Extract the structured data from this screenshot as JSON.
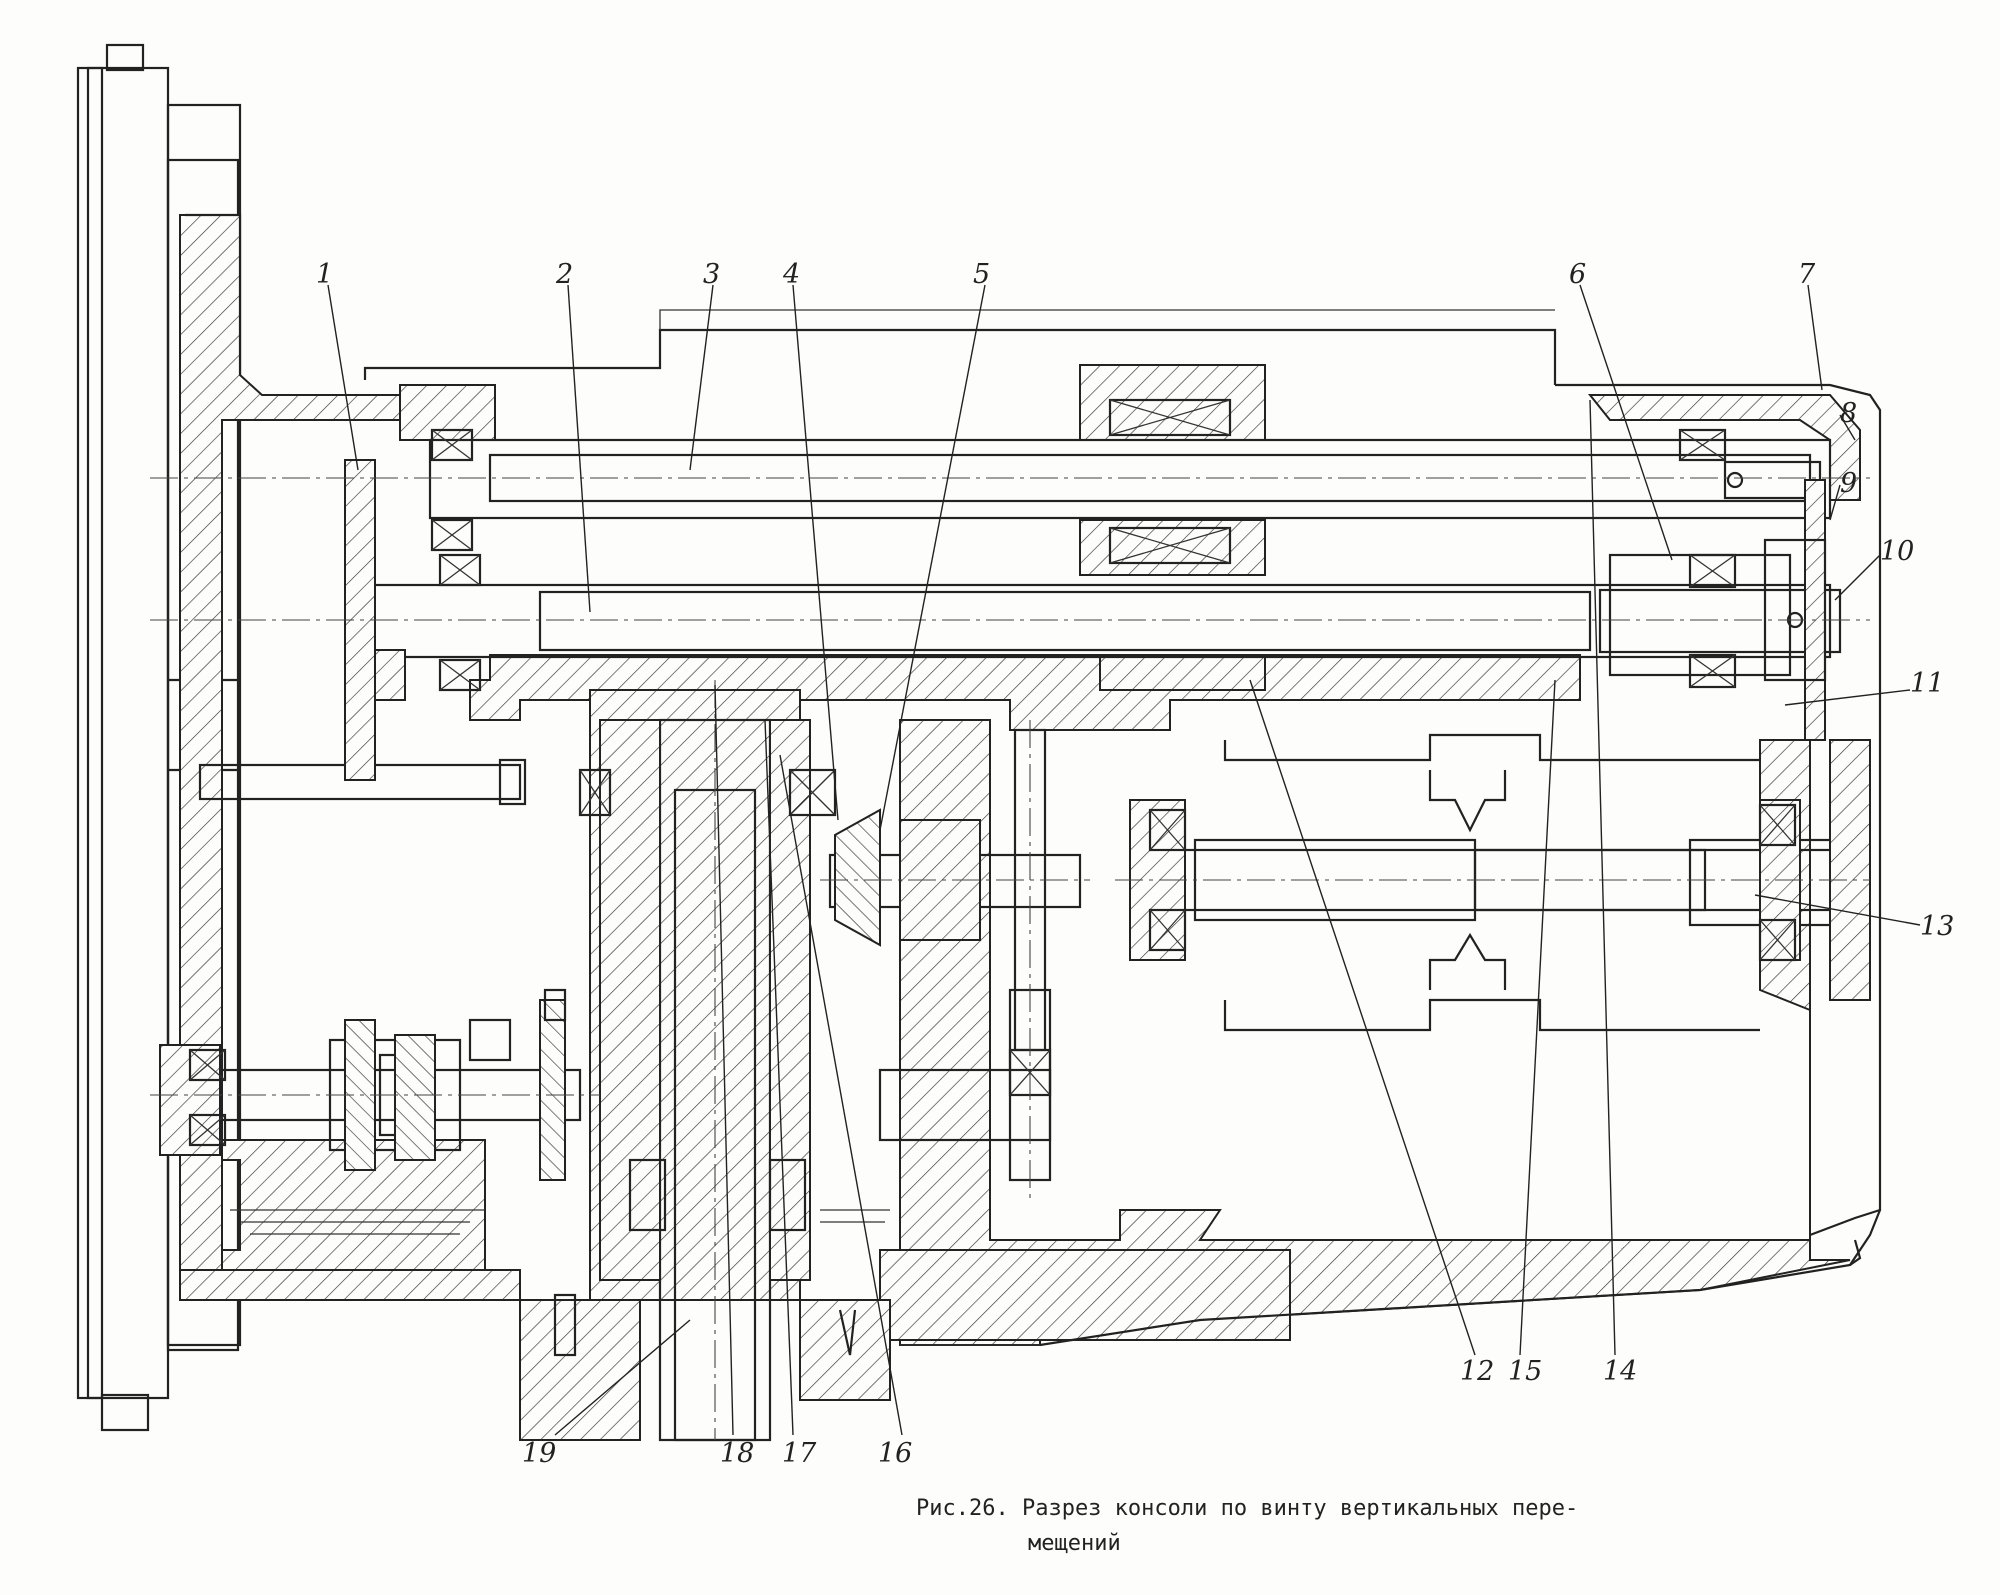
{
  "figure": {
    "caption_line1": "Рис.26. Разрез консоли по винту вертикальных пере-",
    "caption_line2": "мещений"
  },
  "callouts": [
    {
      "id": "1",
      "label": "1"
    },
    {
      "id": "2",
      "label": "2"
    },
    {
      "id": "3",
      "label": "3"
    },
    {
      "id": "4",
      "label": "4"
    },
    {
      "id": "5",
      "label": "5"
    },
    {
      "id": "6",
      "label": "6"
    },
    {
      "id": "7",
      "label": "7"
    },
    {
      "id": "8",
      "label": "8"
    },
    {
      "id": "9",
      "label": "9"
    },
    {
      "id": "10",
      "label": "10"
    },
    {
      "id": "11",
      "label": "11"
    },
    {
      "id": "12",
      "label": "12"
    },
    {
      "id": "13",
      "label": "13"
    },
    {
      "id": "14",
      "label": "14"
    },
    {
      "id": "15",
      "label": "15"
    },
    {
      "id": "16",
      "label": "16"
    },
    {
      "id": "17",
      "label": "17"
    },
    {
      "id": "18",
      "label": "18"
    },
    {
      "id": "19",
      "label": "19"
    }
  ]
}
